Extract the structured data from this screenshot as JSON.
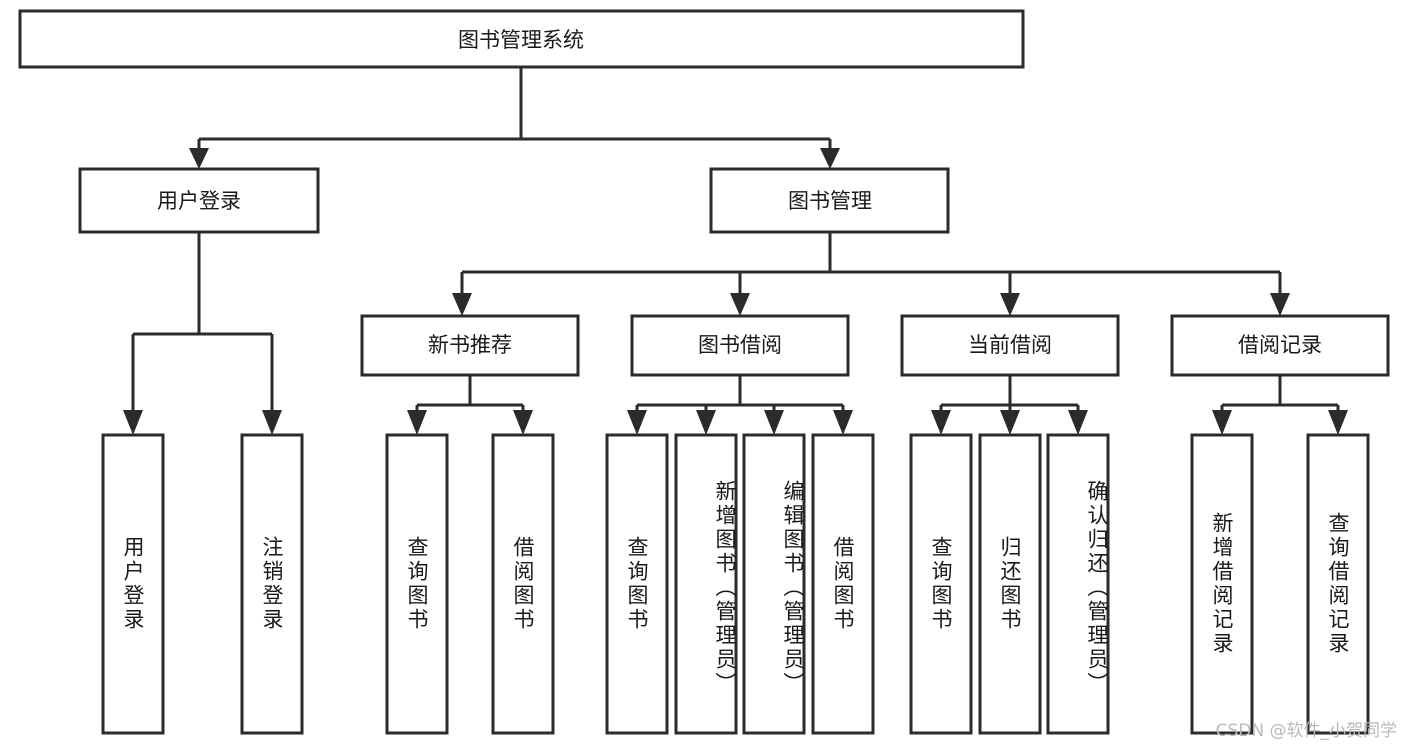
{
  "diagram": {
    "title": "图书管理系统",
    "type": "tree-hierarchy",
    "watermark": "CSDN @软件_小贺同学",
    "colors": {
      "stroke": "#2b2b2b",
      "box_fill": "#ffffff",
      "text": "#1a1a1a",
      "background": "#ffffff",
      "watermark": "#b9b9b9"
    },
    "root": {
      "label": "图书管理系统"
    },
    "level2": [
      {
        "label": "用户登录"
      },
      {
        "label": "图书管理"
      }
    ],
    "level3": [
      {
        "label": "新书推荐"
      },
      {
        "label": "图书借阅"
      },
      {
        "label": "当前借阅"
      },
      {
        "label": "借阅记录"
      }
    ],
    "leaves": {
      "user_login": [
        {
          "label": "用户登录"
        },
        {
          "label": "注销登录"
        }
      ],
      "new_book_recommend": [
        {
          "label": "查询图书"
        },
        {
          "label": "借阅图书"
        }
      ],
      "book_borrow": [
        {
          "label": "查询图书"
        },
        {
          "label": "新增图书（管理员）"
        },
        {
          "label": "编辑图书（管理员）"
        },
        {
          "label": "借阅图书"
        }
      ],
      "current_borrow": [
        {
          "label": "查询图书"
        },
        {
          "label": "归还图书"
        },
        {
          "label": "确认归还（管理员）"
        }
      ],
      "borrow_record": [
        {
          "label": "新增借阅记录"
        },
        {
          "label": "查询借阅记录"
        }
      ]
    }
  }
}
